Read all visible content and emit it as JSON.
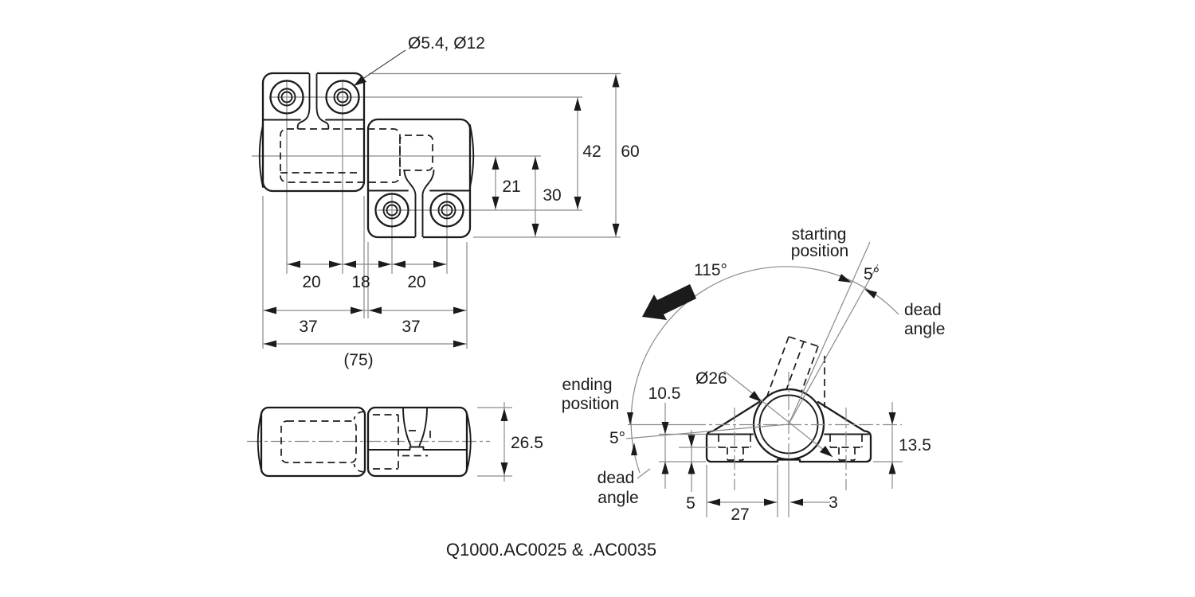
{
  "caption": "Q1000.AC0025 & .AC0035",
  "colors": {
    "background": "#ffffff",
    "part_line": "#1b1b1b",
    "dimension_line": "#8a8a8a",
    "text": "#1c1c1c"
  },
  "top_view": {
    "hole_callout": "Ø5.4, Ø12",
    "dim_hole_row_spacing": "42",
    "dim_total_height": "60",
    "dim_half_offset": "21",
    "dim_offset": "30",
    "dim_hole_pitch_left": "20",
    "dim_center_gap": "18",
    "dim_hole_pitch_right": "20",
    "dim_leaf_left": "37",
    "dim_leaf_right": "37",
    "dim_total_length": "(75)"
  },
  "side_view": {
    "dim_thickness": "26.5"
  },
  "section_view": {
    "dim_sweep_angle": "115°",
    "label_start_line1": "starting",
    "label_start_line2": "position",
    "label_end_line1": "ending",
    "label_end_line2": "position",
    "dead_angle_top_value": "5°",
    "dead_angle_bottom_value": "5°",
    "label_dead_top_line1": "dead",
    "label_dead_top_line2": "angle",
    "label_dead_bottom_line1": "dead",
    "label_dead_bottom_line2": "angle",
    "dim_knuckle_diameter": "Ø26",
    "dim_base_height_outer": "10.5",
    "dim_base_height_center": "13.5",
    "dim_slot_depth": "5",
    "dim_base_half_length": "27",
    "dim_center_offset": "3"
  }
}
